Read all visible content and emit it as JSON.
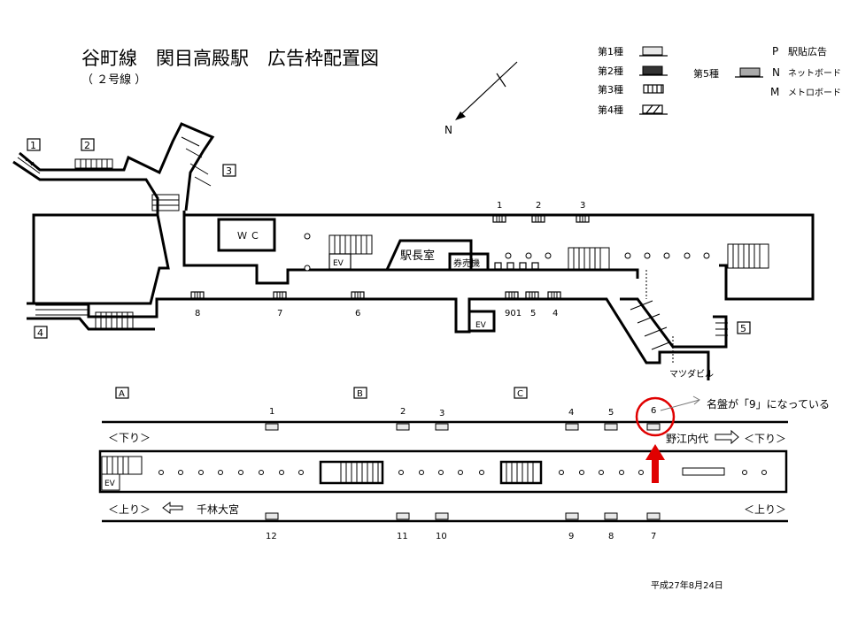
{
  "title": "谷町線　関目高殿駅　広告枠配置図",
  "subtitle": "（ ２号線 ）",
  "legend": {
    "class1": "第1種",
    "class2": "第2種",
    "class3": "第3種",
    "class4": "第4種",
    "class5": "第5種",
    "p_label": "P",
    "p_text": "駅貼広告",
    "n_label": "N",
    "n_text": "ネットボード",
    "m_label": "M",
    "m_text": "メトロボード"
  },
  "compass": "N",
  "exits": [
    "1",
    "2",
    "3",
    "4",
    "5"
  ],
  "rooms": {
    "wc": "Ｗ Ｃ",
    "station_master": "駅長室",
    "ticket_machine": "券売機",
    "ev": "EV",
    "building": "マツダビル"
  },
  "concourse_ads": {
    "top": [
      "1",
      "2",
      "3"
    ],
    "bottom": [
      "8",
      "7",
      "6",
      "901",
      "5",
      "4"
    ]
  },
  "platform": {
    "sections": [
      "A",
      "B",
      "C"
    ],
    "top_ads": [
      "1",
      "2",
      "3",
      "4",
      "5",
      "6"
    ],
    "bottom_ads": [
      "12",
      "11",
      "10",
      "9",
      "8",
      "7"
    ],
    "down_left": "＜下り＞",
    "down_right": "＜下り＞",
    "up_left": "＜上り＞",
    "up_right": "＜上り＞",
    "dest_down": "野江内代",
    "dest_up": "千林大宮",
    "ev": "EV"
  },
  "annotation": "名盤が「9」になっている",
  "highlight_color": "#e00000",
  "date": "平成27年8月24日"
}
